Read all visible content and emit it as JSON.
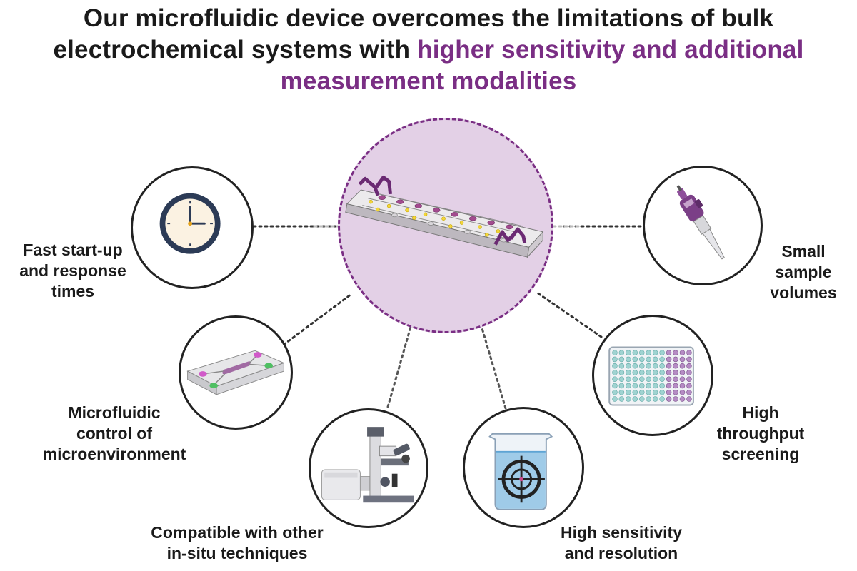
{
  "title": {
    "line1": "Our microfluidic device overcomes the limitations of bulk",
    "line2_plain": "electrochemical systems with ",
    "line2_highlight": "higher sensitivity and additional",
    "line3_highlight": "measurement modalities"
  },
  "colors": {
    "accent": "#7a2e84",
    "hub_fill": "#e3d0e6",
    "outline": "#222222"
  },
  "center": {
    "icon": "microfluidic-chip-icon"
  },
  "features": [
    {
      "id": "fast",
      "icon": "clock-icon",
      "label_lines": [
        "Fast start-up",
        "and response",
        "times"
      ]
    },
    {
      "id": "microfluidic",
      "icon": "microfluidic-channel-icon",
      "label_lines": [
        "Microfluidic",
        "control of",
        "microenvironment"
      ]
    },
    {
      "id": "insitu",
      "icon": "microscope-icon",
      "label_lines": [
        "Compatible with other",
        "in-situ techniques"
      ]
    },
    {
      "id": "sensitivity",
      "icon": "beaker-target-icon",
      "label_lines": [
        "High sensitivity",
        "and resolution"
      ]
    },
    {
      "id": "throughput",
      "icon": "well-plate-icon",
      "label_lines": [
        "High",
        "throughput",
        "screening"
      ]
    },
    {
      "id": "volume",
      "icon": "pipette-icon",
      "label_lines": [
        "Small",
        "sample",
        "volumes"
      ]
    }
  ]
}
